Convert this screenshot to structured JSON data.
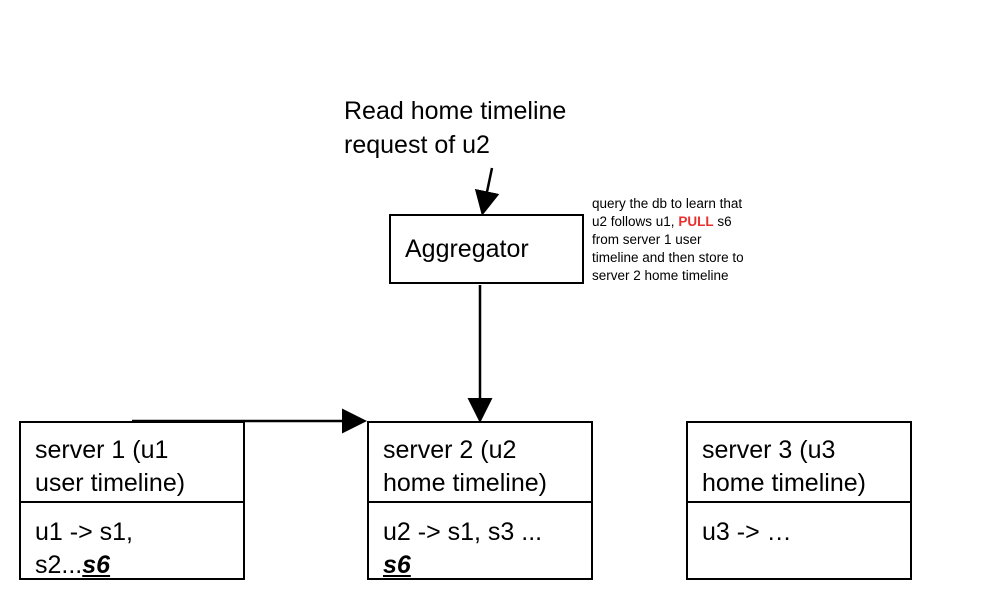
{
  "request": {
    "line1": "Read home timeline",
    "line2": "request of u2"
  },
  "aggregator": {
    "label": "Aggregator"
  },
  "note": {
    "line1": "query the db to learn that",
    "line2_pre": "u2 follows u1, ",
    "line2_pull": "PULL",
    "line2_post": " s6",
    "line3": "from server 1 user",
    "line4": "timeline and then store to",
    "line5": "server 2 home timeline"
  },
  "servers": [
    {
      "title1": "server 1 (u1",
      "title2": "user timeline)",
      "body1": "u1 -> s1,",
      "body2_pre": "s2...",
      "body2_hl": "s6"
    },
    {
      "title1": "server 2 (u2",
      "title2": "home timeline)",
      "body1": "u2 -> s1, s3 ...",
      "body2_pre": "",
      "body2_hl": "s6"
    },
    {
      "title1": "server 3 (u3",
      "title2": "home timeline)",
      "body1": "u3 -> …",
      "body2_pre": "",
      "body2_hl": ""
    }
  ],
  "colors": {
    "pull": "#e8312f",
    "line": "#000000"
  }
}
